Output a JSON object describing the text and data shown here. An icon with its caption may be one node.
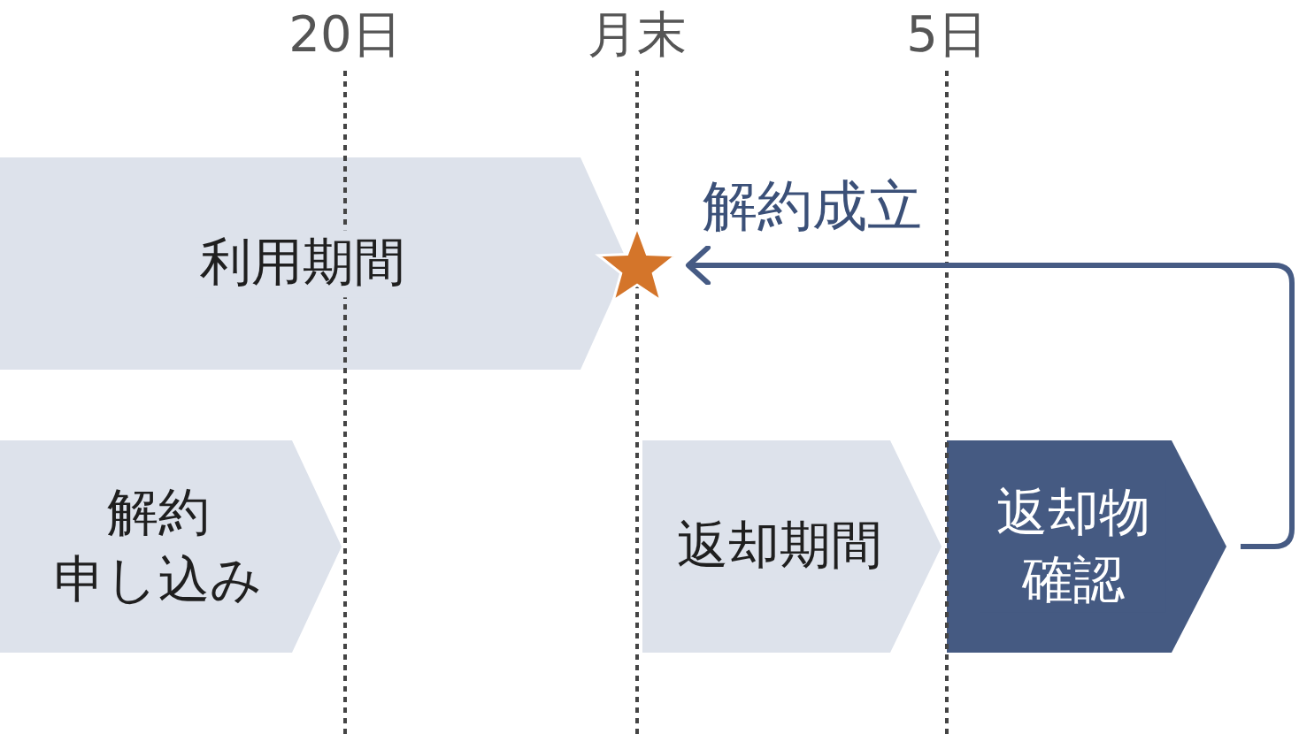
{
  "diagram": {
    "nodes": [
      {
        "text": [
          "利用期間"
        ]
      },
      {
        "text": [],
        "shape": "star"
      },
      {
        "text": [
          "解約申し込み"
        ]
      },
      {
        "text": [
          "返却期間"
        ]
      },
      {
        "text": [
          "返却物確認"
        ]
      }
    ],
    "edges": [
      {
        "from": 4,
        "to": 1,
        "arrow": "to",
        "label": "解約成立"
      }
    ],
    "labels": [
      "20日",
      "月末",
      "5日"
    ]
  }
}
